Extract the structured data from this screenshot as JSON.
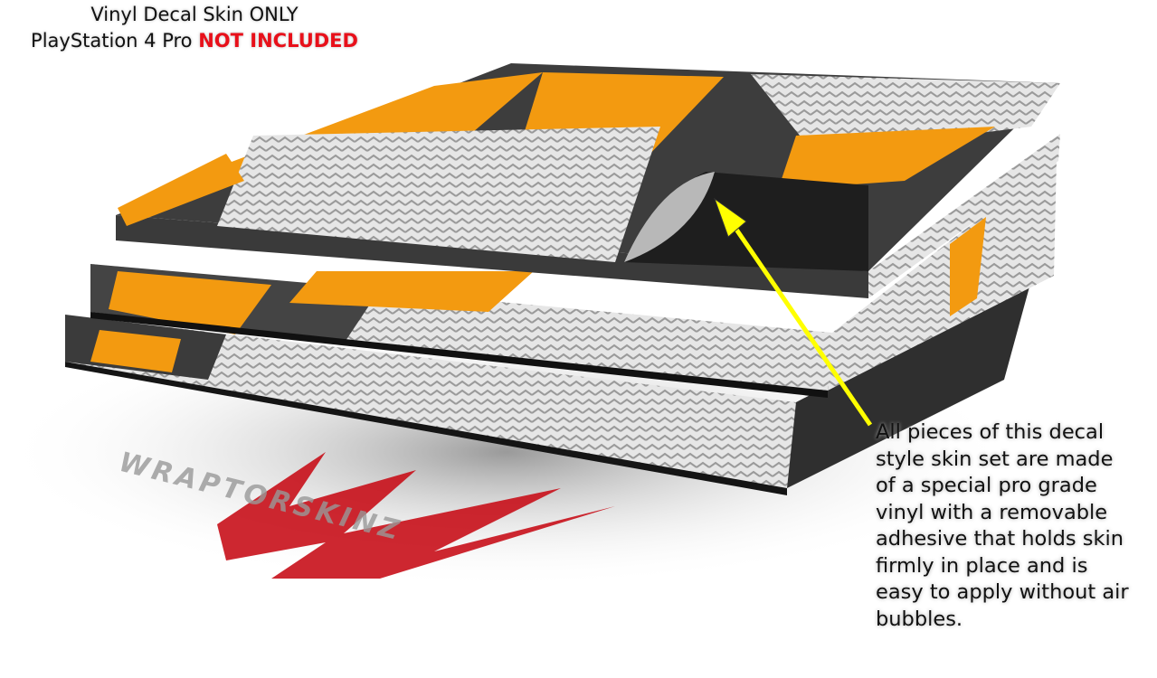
{
  "header": {
    "line1": "Vinyl Decal Skin ONLY",
    "line2_prefix": "PlayStation 4 Pro",
    "line2_warning": "NOT INCLUDED"
  },
  "description": {
    "lines": [
      "All pieces of this decal",
      "style  skin set are made",
      "of a special pro grade",
      "vinyl with a removable",
      "adhesive that holds skin",
      "firmly in place and is",
      "easy to apply without air",
      "bubbles."
    ]
  },
  "logo": {
    "text": "WRAPTORSKINZ"
  },
  "colors": {
    "orange": "#f39a10",
    "dark": "#3a3a3a",
    "chevron": "#d8d8d8",
    "arrow": "#ffff00",
    "warning": "#e8101a",
    "logo_red": "#c8101a"
  }
}
